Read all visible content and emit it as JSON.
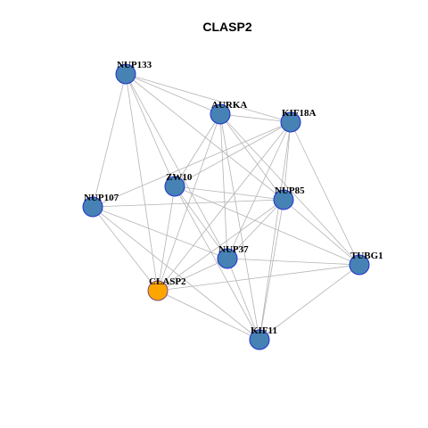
{
  "title": "CLASP2",
  "colors": {
    "default_node_fill": "#4682b4",
    "highlight_node_fill": "#ffa500",
    "default_node_stroke": "#1f2fcf",
    "highlight_node_stroke": "#7a4a8a",
    "edge": "#b4b4b4"
  },
  "nodes": [
    {
      "id": "NUP133",
      "label": "NUP133",
      "highlight": false
    },
    {
      "id": "AURKA",
      "label": "AURKA",
      "highlight": false
    },
    {
      "id": "KIF18A",
      "label": "KIF18A",
      "highlight": false
    },
    {
      "id": "ZW10",
      "label": "ZW10",
      "highlight": false
    },
    {
      "id": "NUP107",
      "label": "NUP107",
      "highlight": false
    },
    {
      "id": "NUP85",
      "label": "NUP85",
      "highlight": false
    },
    {
      "id": "NUP37",
      "label": "NUP37",
      "highlight": false
    },
    {
      "id": "TUBG1",
      "label": "TUBG1",
      "highlight": false
    },
    {
      "id": "CLASP2",
      "label": "CLASP2",
      "highlight": true
    },
    {
      "id": "KIF11",
      "label": "KIF11",
      "highlight": false
    }
  ],
  "edges": [
    [
      "NUP133",
      "AURKA"
    ],
    [
      "NUP133",
      "KIF18A"
    ],
    [
      "NUP133",
      "NUP107"
    ],
    [
      "NUP133",
      "ZW10"
    ],
    [
      "NUP133",
      "NUP85"
    ],
    [
      "NUP133",
      "NUP37"
    ],
    [
      "NUP133",
      "CLASP2"
    ],
    [
      "AURKA",
      "KIF18A"
    ],
    [
      "AURKA",
      "ZW10"
    ],
    [
      "AURKA",
      "NUP85"
    ],
    [
      "AURKA",
      "NUP37"
    ],
    [
      "AURKA",
      "TUBG1"
    ],
    [
      "AURKA",
      "CLASP2"
    ],
    [
      "AURKA",
      "KIF11"
    ],
    [
      "KIF18A",
      "ZW10"
    ],
    [
      "KIF18A",
      "NUP107"
    ],
    [
      "KIF18A",
      "NUP85"
    ],
    [
      "KIF18A",
      "NUP37"
    ],
    [
      "KIF18A",
      "TUBG1"
    ],
    [
      "KIF18A",
      "CLASP2"
    ],
    [
      "KIF18A",
      "KIF11"
    ],
    [
      "ZW10",
      "NUP85"
    ],
    [
      "ZW10",
      "NUP37"
    ],
    [
      "ZW10",
      "TUBG1"
    ],
    [
      "ZW10",
      "CLASP2"
    ],
    [
      "ZW10",
      "KIF11"
    ],
    [
      "NUP107",
      "NUP85"
    ],
    [
      "NUP107",
      "NUP37"
    ],
    [
      "NUP107",
      "CLASP2"
    ],
    [
      "NUP107",
      "KIF11"
    ],
    [
      "NUP85",
      "NUP37"
    ],
    [
      "NUP85",
      "TUBG1"
    ],
    [
      "NUP85",
      "CLASP2"
    ],
    [
      "NUP85",
      "KIF11"
    ],
    [
      "NUP37",
      "TUBG1"
    ],
    [
      "NUP37",
      "CLASP2"
    ],
    [
      "NUP37",
      "KIF11"
    ],
    [
      "CLASP2",
      "TUBG1"
    ],
    [
      "CLASP2",
      "KIF11"
    ],
    [
      "TUBG1",
      "KIF11"
    ]
  ]
}
